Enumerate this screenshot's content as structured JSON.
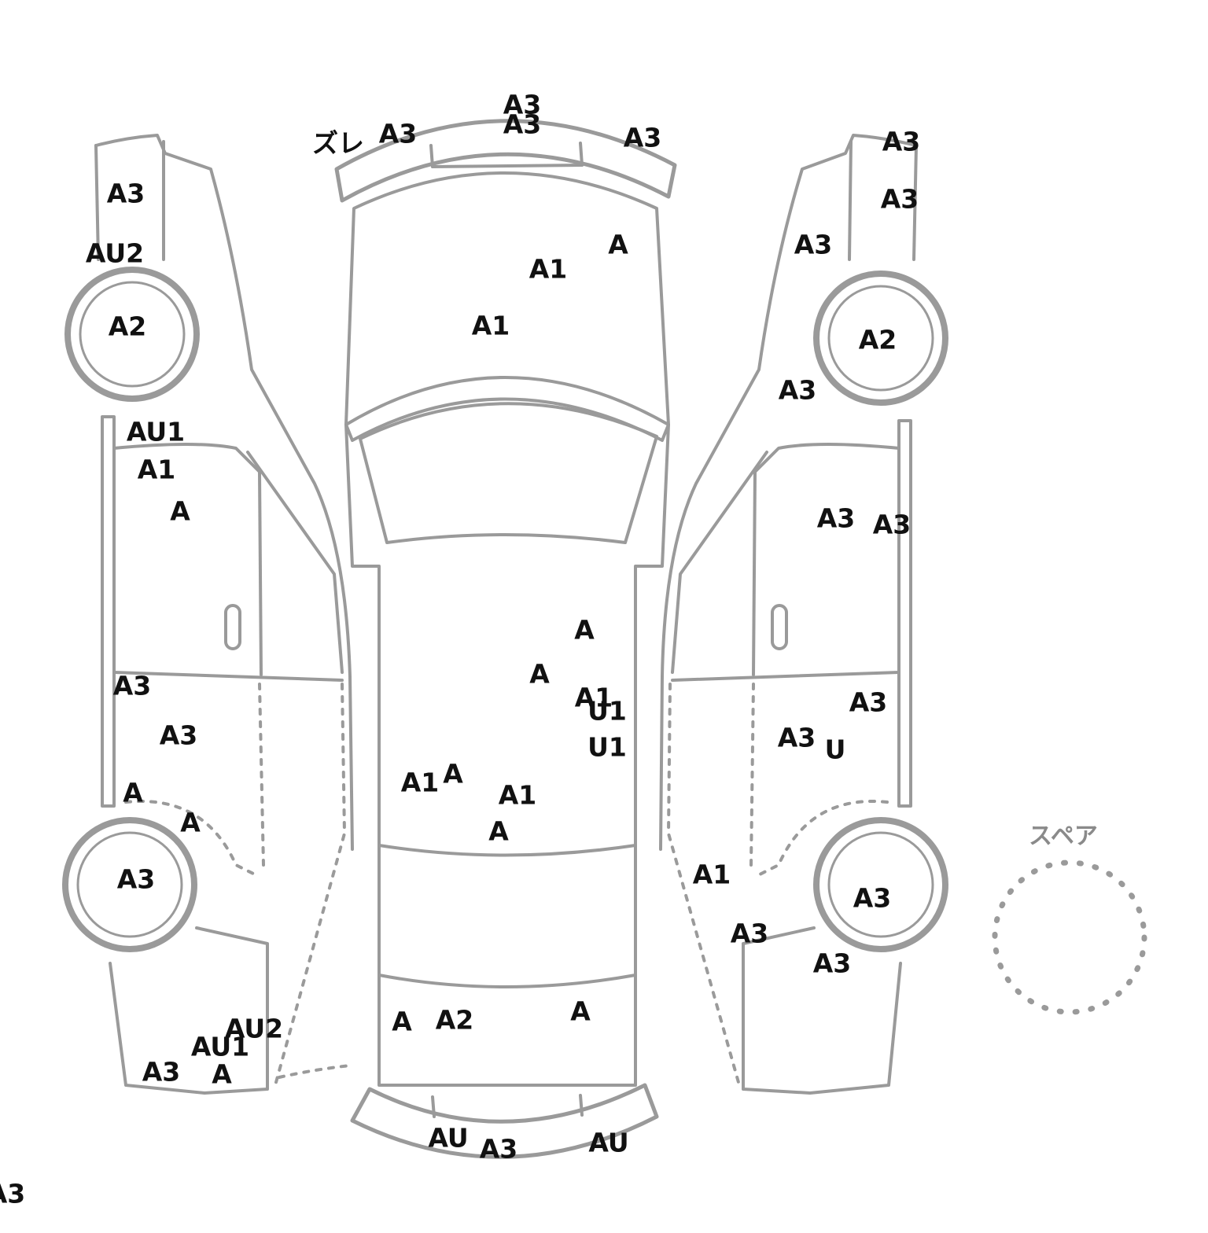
{
  "diagram": {
    "spare_label": "スペア",
    "line_color": "#9a9a9a",
    "marks": [
      "A3",
      "A3",
      "ズレ",
      "A3",
      "A3",
      "A1",
      "A",
      "A1",
      "A3",
      "AU2",
      "A2",
      "AU1",
      "A1",
      "A",
      "A3",
      "A3",
      "A",
      "A",
      "A3",
      "AU2",
      "AU1",
      "A3",
      "A",
      "A3",
      "A3",
      "A3",
      "A2",
      "A3",
      "A3",
      "A3",
      "A3",
      "A3",
      "U",
      "A1",
      "A3",
      "A3",
      "A3",
      "A",
      "A",
      "A1",
      "U1",
      "U1",
      "A1",
      "A",
      "A1",
      "A",
      "A",
      "A2",
      "A",
      "AU",
      "A3",
      "AU",
      "A3"
    ]
  }
}
